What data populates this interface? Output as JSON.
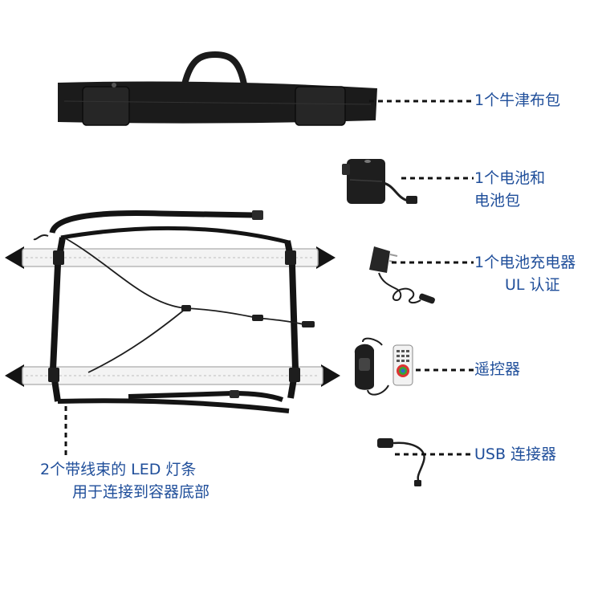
{
  "labels": {
    "bag": "1个牛津布包",
    "battery_line1": "1个电池和",
    "battery_line2": "电池包",
    "charger_line1": "1个电池充电器",
    "charger_line2": "UL 认证",
    "remote": "遥控器",
    "usb": "USB 连接器",
    "led_line1": "2个带线束的 LED 灯条",
    "led_line2": "用于连接到容器底部"
  },
  "colors": {
    "label_text": "#1f4e9a",
    "leader_line": "#111111",
    "bag_fabric": "#1b1b1b",
    "led_light": "#f3f3f3"
  }
}
